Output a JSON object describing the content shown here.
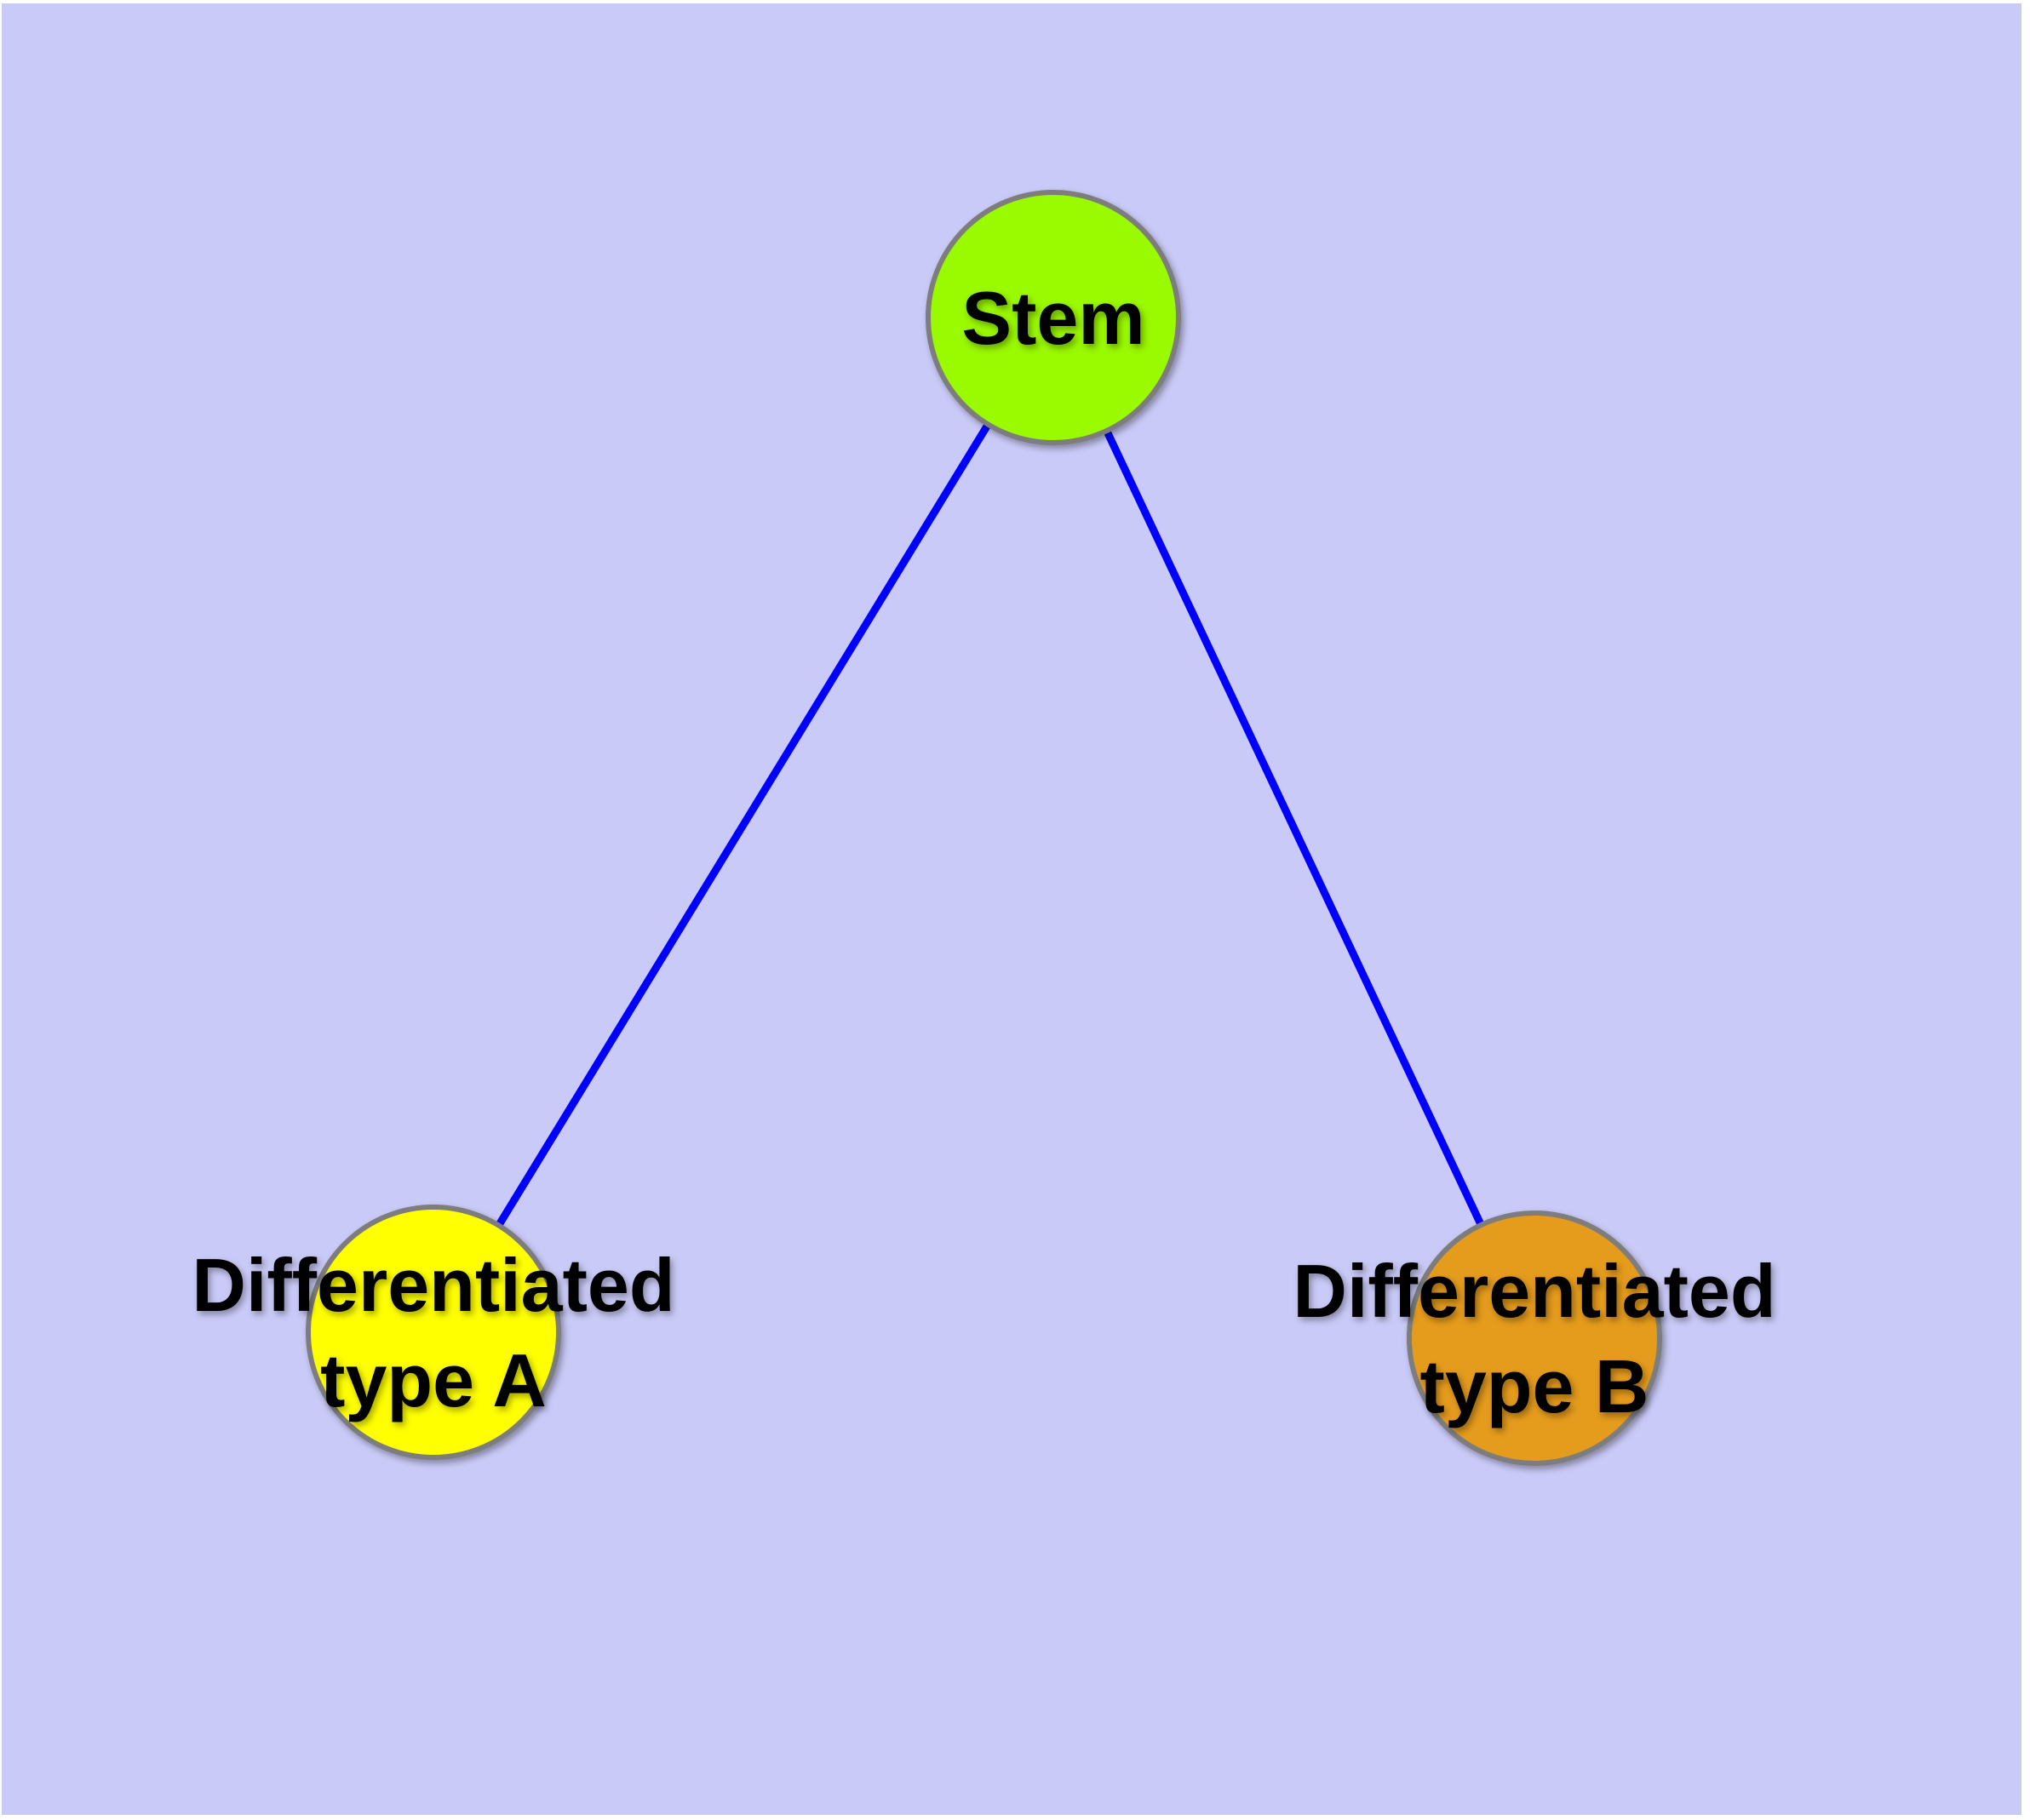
{
  "canvas": {
    "background_color": "#cacaf8",
    "page_margin_color": "#ffffff"
  },
  "diagram": {
    "type": "graph",
    "edge_color": "#0000ff",
    "node_border_color": "#7d7d7d",
    "nodes": [
      {
        "id": "stem",
        "label": "Stem",
        "fill_color": "#9afa00"
      },
      {
        "id": "differentiated-type-a",
        "label": "Differentiated type A",
        "label_line1": "Differentiated",
        "label_line2": "type A",
        "fill_color": "#ffff00"
      },
      {
        "id": "differentiated-type-b",
        "label": "Differentiated type B",
        "label_line1": "Differentiated",
        "label_line2": "type B",
        "fill_color": "#e59b1e"
      }
    ],
    "edges": [
      {
        "from": "Stem",
        "to": "Differentiated type A",
        "color": "#0000ff"
      },
      {
        "from": "Stem",
        "to": "Differentiated type B",
        "color": "#0000ff"
      }
    ]
  }
}
